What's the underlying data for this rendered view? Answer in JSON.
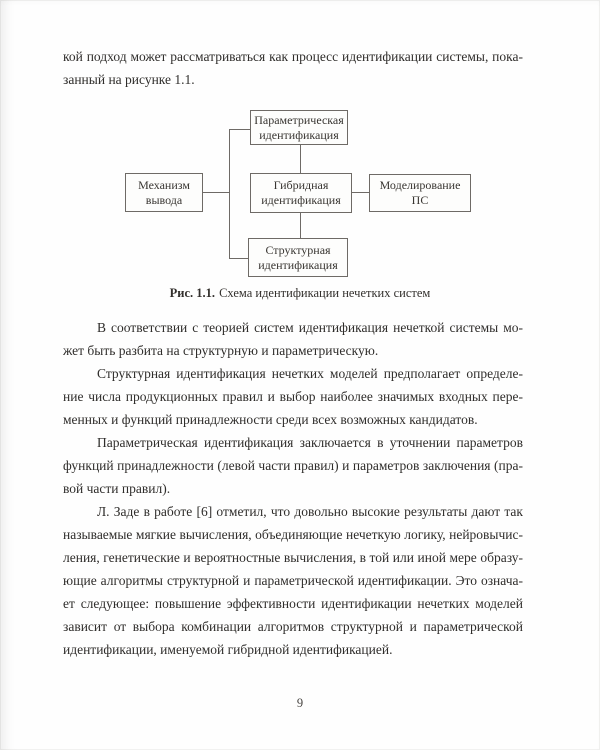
{
  "page": {
    "number": "9"
  },
  "text": {
    "intro_paragraph": {
      "indent": false,
      "lines": [
        "кой подход может рассматриваться как процесс идентификации системы, пока-",
        "занный на рисунке 1.1."
      ]
    },
    "paragraphs": [
      {
        "indent": true,
        "lines": [
          "В соответствии с теорией систем идентификация нечеткой системы мо-",
          "жет быть разбита на структурную и параметрическую."
        ]
      },
      {
        "indent": true,
        "lines": [
          "Структурная идентификация нечетких моделей предполагает определе-",
          "ние числа продукционных правил и выбор наиболее значимых входных пере-",
          "менных и функций принадлежности среди всех возможных кандидатов."
        ]
      },
      {
        "indent": true,
        "lines": [
          "Параметрическая идентификация заключается в уточнении параметров",
          "функций принадлежности (левой части правил) и параметров заключения (пра-",
          "вой части правил)."
        ]
      },
      {
        "indent": true,
        "lines": [
          "Л. Заде в работе [6] отметил, что довольно высокие результаты дают так",
          "называемые мягкие вычисления, объединяющие нечеткую логику, нейровычис-",
          "ления, генетические и вероятностные вычисления, в той или иной мере образу-",
          "ющие алгоритмы структурной и параметрической идентификации. Это означа-",
          "ет следующее: повышение эффективности идентификации нечетких моделей",
          "зависит от выбора комбинации алгоритмов структурной и параметрической",
          "идентификации, именуемой гибридной идентификацией."
        ]
      }
    ]
  },
  "figure": {
    "caption_label": "Рис. 1.1.",
    "caption_text": "Схема идентификации нечетких систем",
    "boxes": [
      {
        "id": "parametric",
        "label": "Параметрическая идентификация"
      },
      {
        "id": "inference-mechanism",
        "label": "Механизм вывода"
      },
      {
        "id": "hybrid",
        "label": "Гибридная идентификация"
      },
      {
        "id": "ps-modeling",
        "label": "Моделирование ПС"
      },
      {
        "id": "structural",
        "label": "Структурная идентификация"
      }
    ]
  },
  "colors": {
    "text": "#2f2d2b",
    "diagram_line": "#6e6a66",
    "background": "#fefefe"
  }
}
